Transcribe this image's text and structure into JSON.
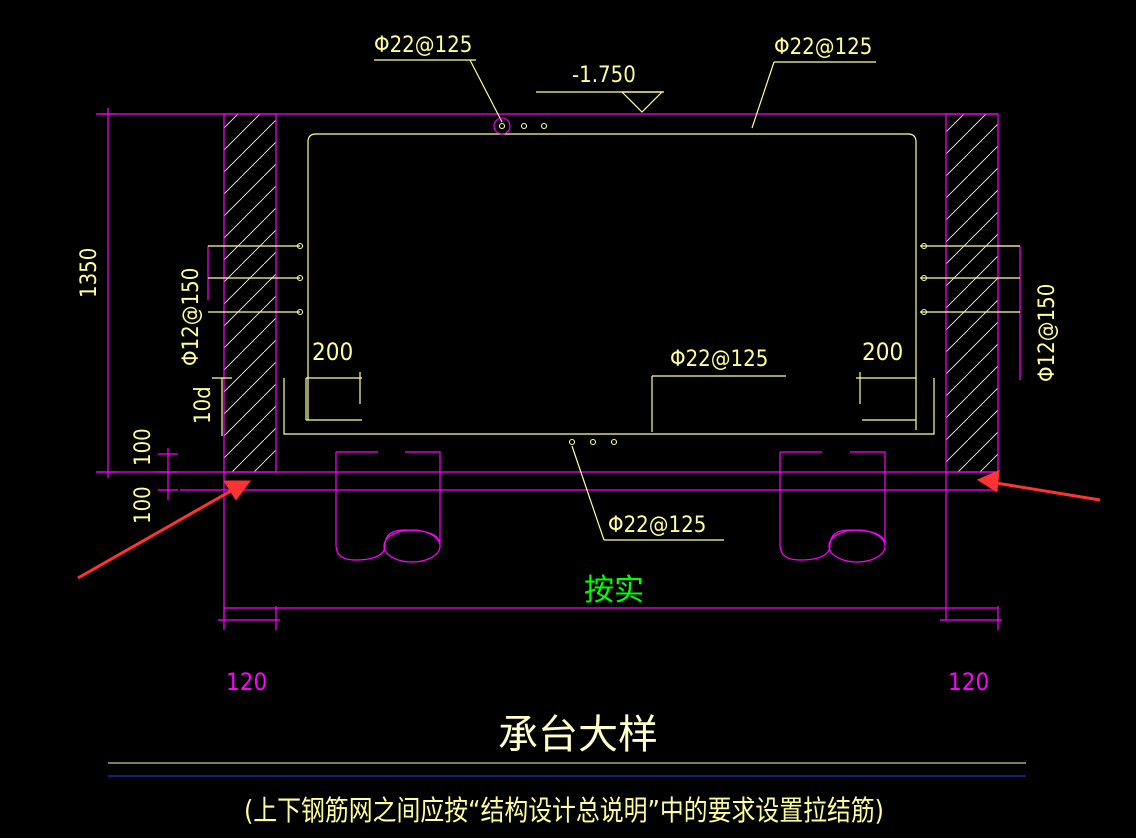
{
  "labels": {
    "rebar_top_left": "Φ22@125",
    "rebar_top_right": "Φ22@125",
    "elevation": "-1.750",
    "depth": "1350",
    "side_rebar_left": "Φ12@150",
    "side_rebar_right": "Φ12@150",
    "anchor_left": "200",
    "anchor_right": "200",
    "bottom_rebar_mid": "Φ22@125",
    "bottom_rebar_low": "Φ22@125",
    "lap_length": "10d",
    "cover_top": "100",
    "cover_bottom": "100",
    "pile_note": "按实",
    "width_left": "120",
    "width_right": "120",
    "title": "承台大样",
    "note": "(上下钢筋网之间应按“结构设计总说明”中的要求设置拉结筋)"
  },
  "colors": {
    "background": "#000000",
    "outline": "#ff00ff",
    "rebar": "#ffff99",
    "text": "#ffff99",
    "pile_note": "#00ff00",
    "arrow": "#ff3333",
    "title_line": "#3333ff"
  }
}
